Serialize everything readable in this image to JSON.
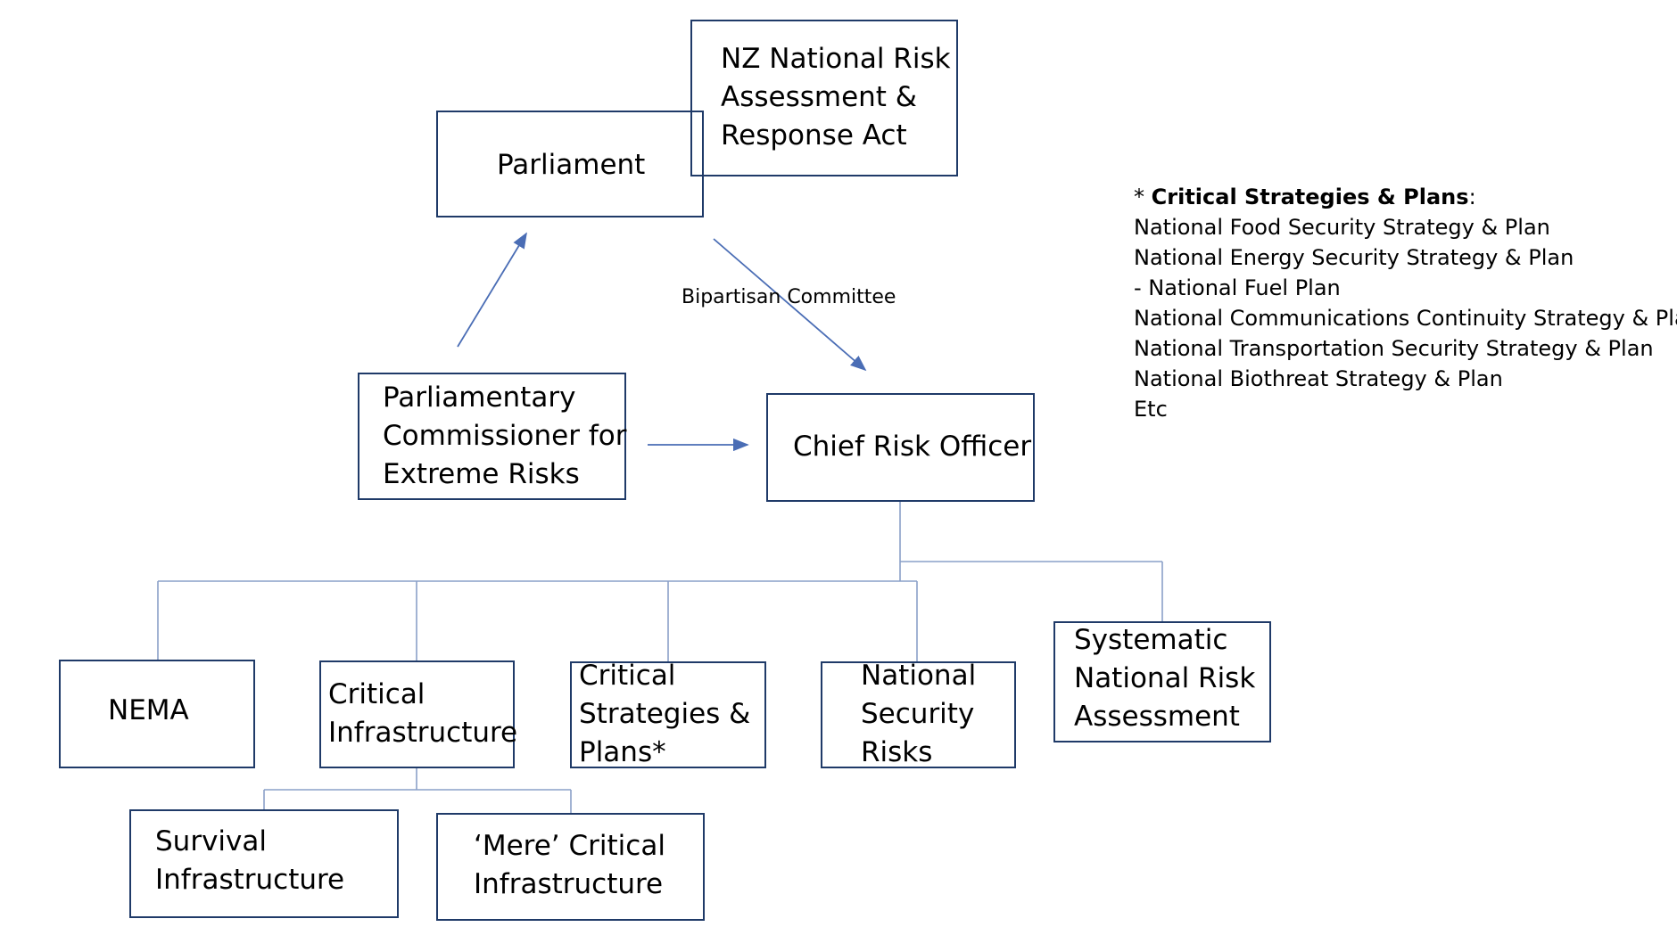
{
  "nodes": {
    "nz_act": "NZ National Risk\nAssessment &\nResponse Act",
    "parliament": "Parliament",
    "commissioner": "Parliamentary\nCommissioner for\nExtreme Risks",
    "cro": "Chief Risk Officer",
    "nema": "NEMA",
    "critical_infrastructure": "Critical\nInfrastructure",
    "critical_strategies": "Critical\nStrategies &\nPlans*",
    "national_security": "National\nSecurity\nRisks",
    "systematic": "Systematic\nNational Risk\nAssessment",
    "survival": "Survival\nInfrastructure",
    "mere": "‘Mere’ Critical\nInfrastructure"
  },
  "edge_labels": {
    "bipartisan": "Bipartisan Committee"
  },
  "note": {
    "prefix": "* ",
    "title": "Critical Strategies & Plans",
    "suffix": ":",
    "items": [
      "National Food Security Strategy & Plan",
      "National Energy Security Strategy & Plan",
      "- National Fuel Plan",
      "National Communications Continuity Strategy & Plan",
      "National Transportation Security Strategy & Plan",
      "National Biothreat Strategy & Plan",
      "Etc"
    ]
  },
  "colors": {
    "box_border": "#1f3a68",
    "connector": "#8aa0c8",
    "arrow": "#4a6db5"
  }
}
